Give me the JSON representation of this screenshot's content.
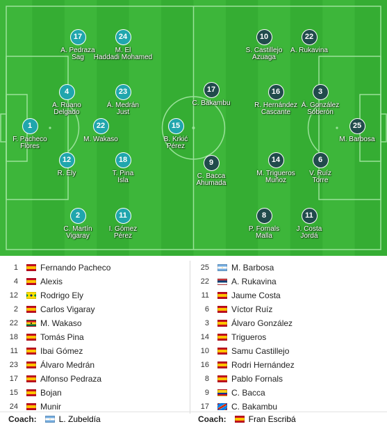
{
  "home_players": [
    {
      "num": "1",
      "name": [
        "F. Pacheco",
        "Flores"
      ],
      "team": "home",
      "slot": "gk"
    },
    {
      "num": "17",
      "name": [
        "A. Pedraza",
        "Sag"
      ],
      "team": "home",
      "slot": "h1"
    },
    {
      "num": "24",
      "name": [
        "M. El",
        "Haddadi Mohamed"
      ],
      "team": "home",
      "slot": "h2"
    },
    {
      "num": "4",
      "name": [
        "A. Ruano",
        "Delgado"
      ],
      "team": "home",
      "slot": "h3"
    },
    {
      "num": "23",
      "name": [
        "Á. Medrán",
        "Just"
      ],
      "team": "home",
      "slot": "h4"
    },
    {
      "num": "22",
      "name": [
        "M. Wakaso"
      ],
      "team": "home",
      "slot": "h5"
    },
    {
      "num": "12",
      "name": [
        "R. Ely"
      ],
      "team": "home",
      "slot": "h6"
    },
    {
      "num": "18",
      "name": [
        "T. Pina",
        "Isla"
      ],
      "team": "home",
      "slot": "h7"
    },
    {
      "num": "2",
      "name": [
        "C. Martín",
        "Vigaray"
      ],
      "team": "home",
      "slot": "h8"
    },
    {
      "num": "11",
      "name": [
        "I. Gómez",
        "Pérez"
      ],
      "team": "home",
      "slot": "h9"
    },
    {
      "num": "15",
      "name": [
        "B. Krkić",
        "Pérez"
      ],
      "team": "home",
      "slot": "h10"
    }
  ],
  "away_players": [
    {
      "num": "10",
      "name": [
        "S. Castillejo",
        "Azuaga"
      ],
      "team": "away",
      "slot": "a1"
    },
    {
      "num": "22",
      "name": [
        "A. Rukavina"
      ],
      "team": "away",
      "slot": "a2"
    },
    {
      "num": "17",
      "name": [
        "C. Bakambu"
      ],
      "team": "away",
      "slot": "a3"
    },
    {
      "num": "16",
      "name": [
        "R. Hernández",
        "Cascante"
      ],
      "team": "away",
      "slot": "a4"
    },
    {
      "num": "3",
      "name": [
        "Á. González",
        "Soberón"
      ],
      "team": "away",
      "slot": "a5"
    },
    {
      "num": "25",
      "name": [
        "M. Barbosa"
      ],
      "team": "away",
      "slot": "gk"
    },
    {
      "num": "9",
      "name": [
        "C. Bacca",
        "Ahumada"
      ],
      "team": "away",
      "slot": "a6"
    },
    {
      "num": "14",
      "name": [
        "M. Trigueros",
        "Muñoz"
      ],
      "team": "away",
      "slot": "a7"
    },
    {
      "num": "6",
      "name": [
        "V. Ruíz",
        "Torre"
      ],
      "team": "away",
      "slot": "a8"
    },
    {
      "num": "8",
      "name": [
        "P. Fornals",
        "Malla"
      ],
      "team": "away",
      "slot": "a9"
    },
    {
      "num": "11",
      "name": [
        "J. Costa",
        "Jordá"
      ],
      "team": "away",
      "slot": "a10"
    }
  ],
  "home_list": [
    {
      "num": "1",
      "flag": "es",
      "name": "Fernando Pacheco"
    },
    {
      "num": "4",
      "flag": "es",
      "name": "Alexis"
    },
    {
      "num": "12",
      "flag": "br",
      "name": "Rodrigo Ely"
    },
    {
      "num": "2",
      "flag": "es",
      "name": "Carlos Vigaray"
    },
    {
      "num": "22",
      "flag": "gh",
      "name": "M. Wakaso"
    },
    {
      "num": "18",
      "flag": "es",
      "name": "Tomás Pina"
    },
    {
      "num": "11",
      "flag": "es",
      "name": "Ibai Gómez"
    },
    {
      "num": "23",
      "flag": "es",
      "name": "Álvaro Medrán"
    },
    {
      "num": "17",
      "flag": "es",
      "name": "Alfonso Pedraza"
    },
    {
      "num": "15",
      "flag": "es",
      "name": "Bojan"
    },
    {
      "num": "24",
      "flag": "es",
      "name": "Munir"
    }
  ],
  "away_list": [
    {
      "num": "25",
      "flag": "ar",
      "name": "M. Barbosa"
    },
    {
      "num": "22",
      "flag": "rs",
      "name": "A. Rukavina"
    },
    {
      "num": "11",
      "flag": "es",
      "name": "Jaume Costa"
    },
    {
      "num": "6",
      "flag": "es",
      "name": "Víctor Ruíz"
    },
    {
      "num": "3",
      "flag": "es",
      "name": "Álvaro González"
    },
    {
      "num": "14",
      "flag": "es",
      "name": "Trigueros"
    },
    {
      "num": "10",
      "flag": "es",
      "name": "Samu Castillejo"
    },
    {
      "num": "16",
      "flag": "es",
      "name": "Rodri Hernández"
    },
    {
      "num": "8",
      "flag": "es",
      "name": "Pablo Fornals"
    },
    {
      "num": "9",
      "flag": "co",
      "name": "C. Bacca"
    },
    {
      "num": "17",
      "flag": "cd",
      "name": "C. Bakambu"
    }
  ],
  "coaches": {
    "label": "Coach:",
    "home": {
      "flag": "ar",
      "name": "L. Zubeldía"
    },
    "away": {
      "flag": "es",
      "name": "Fran Escribá"
    }
  },
  "colors": {
    "home_disc": "#20a6ad",
    "away_disc": "#214b4c",
    "pitch_light": "#3db63a",
    "pitch_dark": "#35ad33"
  }
}
